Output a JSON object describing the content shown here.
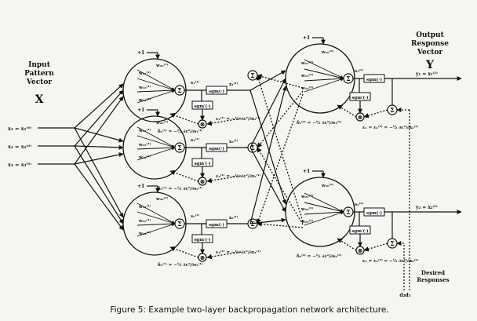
{
  "caption": "Figure 5: Example two-layer backpropagation network architecture.",
  "input_title": [
    "Input",
    "Pattern",
    "Vector"
  ],
  "input_symbol": "X",
  "output_title": [
    "Output",
    "Response",
    "Vector"
  ],
  "output_symbol": "Y",
  "desired_title": [
    "Desired",
    "Responses"
  ],
  "inputs": [
    "x₁ = x₁⁽⁰⁾",
    "x₂ = x₂⁽⁰⁾",
    "x₃ = x₃⁽⁰⁾"
  ],
  "bias_label": "+1",
  "sum_symbol": "Σ",
  "mult_symbol": "⊗",
  "sgm_label": "sgm(·)",
  "sgm_prime_label": "sgm′(·)",
  "layer1": {
    "weights": [
      [
        "w₁₀⁽¹⁾",
        "w₁₁⁽¹⁾",
        "w₁₂⁽¹⁾",
        "w₁₃⁽¹⁾"
      ],
      [
        "w₂₀⁽¹⁾",
        "w₂₁⁽¹⁾",
        "w₂₂⁽¹⁾",
        "w₂₃⁽¹⁾"
      ],
      [
        "w₃₀⁽¹⁾",
        "w₃₁⁽¹⁾",
        "w₃₂⁽¹⁾",
        "w₃₃⁽¹⁾"
      ]
    ],
    "s_labels": [
      "s₁⁽¹⁾",
      "s₂⁽¹⁾",
      "s₃⁽¹⁾"
    ],
    "x_labels": [
      "x₁⁽¹⁾",
      "x₂⁽¹⁾",
      "x₃⁽¹⁾"
    ],
    "delta_labels": [
      "δ₁⁽¹⁾ = −½ ∂ε²/∂s₁⁽¹⁾",
      "δ₂⁽¹⁾ = −½ ∂ε²/∂s₂⁽¹⁾",
      "δ₃⁽¹⁾ = −½ ∂ε²/∂s₃⁽¹⁾"
    ],
    "eps_labels": [
      "ε₁⁽¹⁾ = −½ ∂ε²/∂x₁⁽¹⁾",
      "ε₂⁽¹⁾ = −½ ∂ε²/∂x₂⁽¹⁾",
      "ε₃⁽¹⁾ = −½ ∂ε²/∂x₃⁽¹⁾"
    ]
  },
  "layer2": {
    "weights": [
      [
        "w₁₀⁽²⁾",
        "w₁₁⁽²⁾",
        "w₁₂⁽²⁾",
        "w₁₃⁽²⁾"
      ],
      [
        "w₂₀⁽²⁾",
        "w₂₁⁽²⁾",
        "w₂₂⁽²⁾",
        "w₂₃⁽²⁾"
      ]
    ],
    "s_labels": [
      "s₁⁽²⁾",
      "s₂⁽²⁾"
    ],
    "delta_labels": [
      "δ₁⁽²⁾ = −½ ∂ε²/∂s₁⁽²⁾",
      "δ₂⁽²⁾ = −½ ∂ε²/∂s₂⁽²⁾"
    ],
    "eps_labels": [
      "ε₁ = ε₁⁽²⁾ = −½ ∂ε²/∂x₁⁽²⁾",
      "ε₂ = ε₂⁽²⁾ = −½ ∂ε²/∂x₂⁽²⁾"
    ]
  },
  "outputs": [
    "y₁ = x₁⁽²⁾",
    "y₂ = x₂⁽²⁾"
  ],
  "desired": [
    "d₂",
    "d₁"
  ]
}
